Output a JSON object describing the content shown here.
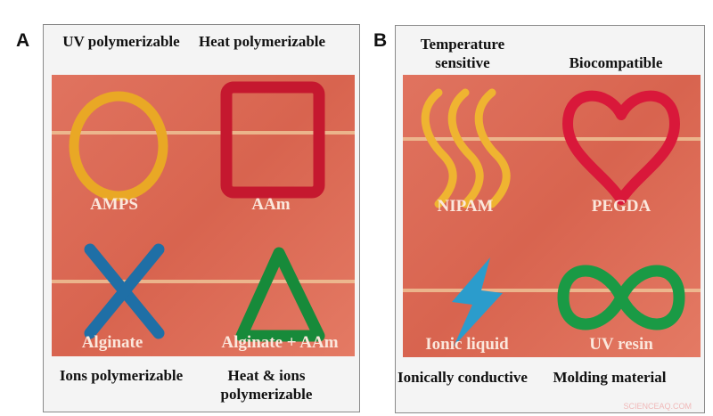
{
  "panels": [
    {
      "letter": "A",
      "top_captions": [
        "UV polymerizable",
        "Heat polymerizable"
      ],
      "gels": [
        "AMPS",
        "AAm",
        "Alginate",
        "Alginate + AAm"
      ],
      "gel_shapes": [
        "circle",
        "square",
        "cross",
        "triangle"
      ],
      "gel_colors": [
        "#e9a825",
        "#c5182f",
        "#1f6fa6",
        "#178a3a"
      ],
      "bottom_captions": [
        "Ions polymerizable",
        "Heat & ions polymerizable"
      ]
    },
    {
      "letter": "B",
      "top_captions": [
        "Temperature sensitive",
        "Biocompatible"
      ],
      "gels": [
        "NIPAM",
        "PEGDA",
        "Ionic liquid",
        "UV resin"
      ],
      "gel_shapes": [
        "waves",
        "heart",
        "lightning",
        "infinity"
      ],
      "gel_colors": [
        "#efb431",
        "#d9183a",
        "#2b9ccc",
        "#1a9a45"
      ],
      "bottom_captions": [
        "Ionically conductive",
        "Molding material"
      ]
    }
  ],
  "watermark": "SCIENCEAQ.COM"
}
